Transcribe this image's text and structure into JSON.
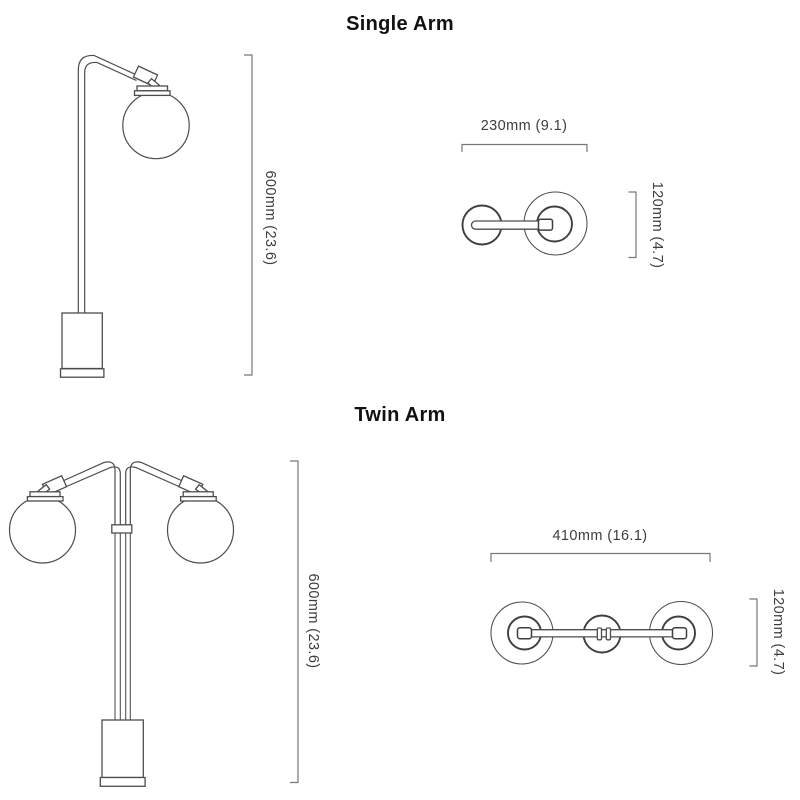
{
  "theme": {
    "line": "#4d4d4d",
    "line2": "#3f3f3f",
    "dim": "#777777",
    "text": "#3d3d3d",
    "title": "#111111",
    "bg": "#ffffff"
  },
  "single_arm": {
    "title": "Single Arm",
    "side_view": {
      "height_label": "600mm (23.6)"
    },
    "top_view": {
      "width_label": "230mm (9.1)",
      "depth_label": "120mm (4.7)"
    }
  },
  "twin_arm": {
    "title": "Twin Arm",
    "side_view": {
      "height_label": "600mm (23.6)"
    },
    "top_view": {
      "width_label": "410mm (16.1)",
      "depth_label": "120mm (4.7)"
    }
  }
}
